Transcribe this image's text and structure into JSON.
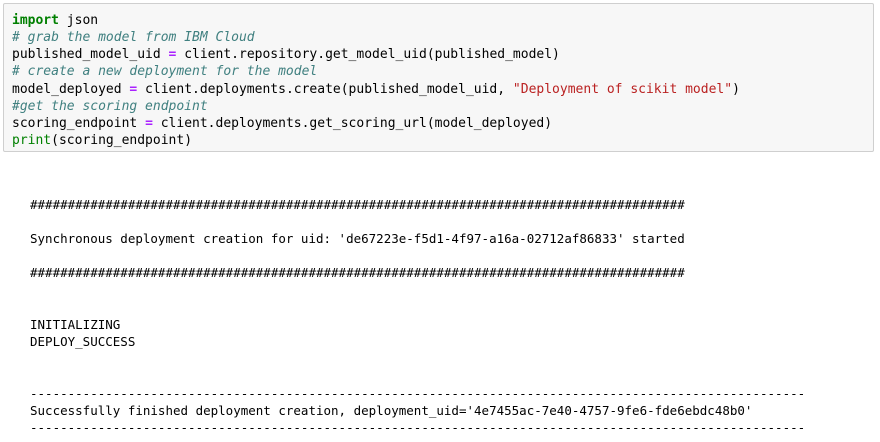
{
  "code": {
    "line1": {
      "keyword": "import",
      "rest": " json"
    },
    "line2": {
      "comment": "# grab the model from IBM Cloud"
    },
    "line3": {
      "lhs": "published_model_uid ",
      "op": "=",
      "rhs": " client.repository.get_model_uid(published_model)"
    },
    "line4": {
      "comment": "# create a new deployment for the model"
    },
    "line5": {
      "lhs": "model_deployed ",
      "op": "=",
      "mid": " client.deployments.create(published_model_uid, ",
      "str": "\"Deployment of scikit model\"",
      "end": ")"
    },
    "line6": {
      "comment": "#get the scoring endpoint"
    },
    "line7": {
      "lhs": "scoring_endpoint ",
      "op": "=",
      "rhs": " client.deployments.get_scoring_url(model_deployed)"
    },
    "line8": {
      "builtin": "print",
      "rest": "(scoring_endpoint)"
    }
  },
  "output": {
    "hash_rule": "#######################################################################################",
    "sync_line": "Synchronous deployment creation for uid: 'de67223e-f5d1-4f97-a16a-02712af86833' started",
    "status_initializing": "INITIALIZING",
    "status_success": "DEPLOY_SUCCESS",
    "dash_rule": "-------------------------------------------------------------------------------------------------------",
    "finished_line": "Successfully finished deployment creation, deployment_uid='4e7455ac-7e40-4757-9fe6-fde6ebdc48b0'"
  },
  "colors": {
    "keyword": "#008000",
    "comment": "#408080",
    "operator": "#aa22ff",
    "string": "#ba2121",
    "cell_background": "#f7f7f7",
    "cell_border": "#cfcfcf"
  }
}
